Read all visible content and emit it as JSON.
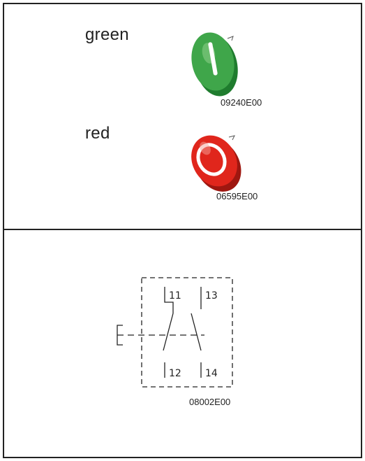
{
  "buttons": [
    {
      "label": "green",
      "code": "09240E00",
      "color": "#3fa64a",
      "rim": "#1f7c2e",
      "highlight": "#8fd08c",
      "icon": "pushbutton-green-icon"
    },
    {
      "label": "red",
      "code": "06595E00",
      "color": "#e0261c",
      "rim": "#9e1710",
      "highlight": "#f4a39a",
      "icon": "pushbutton-red-icon"
    }
  ],
  "schematic": {
    "terminals": [
      "11",
      "13",
      "12",
      "14"
    ],
    "code": "08002E00",
    "icon": "contact-block-nc-no-schematic-icon"
  }
}
